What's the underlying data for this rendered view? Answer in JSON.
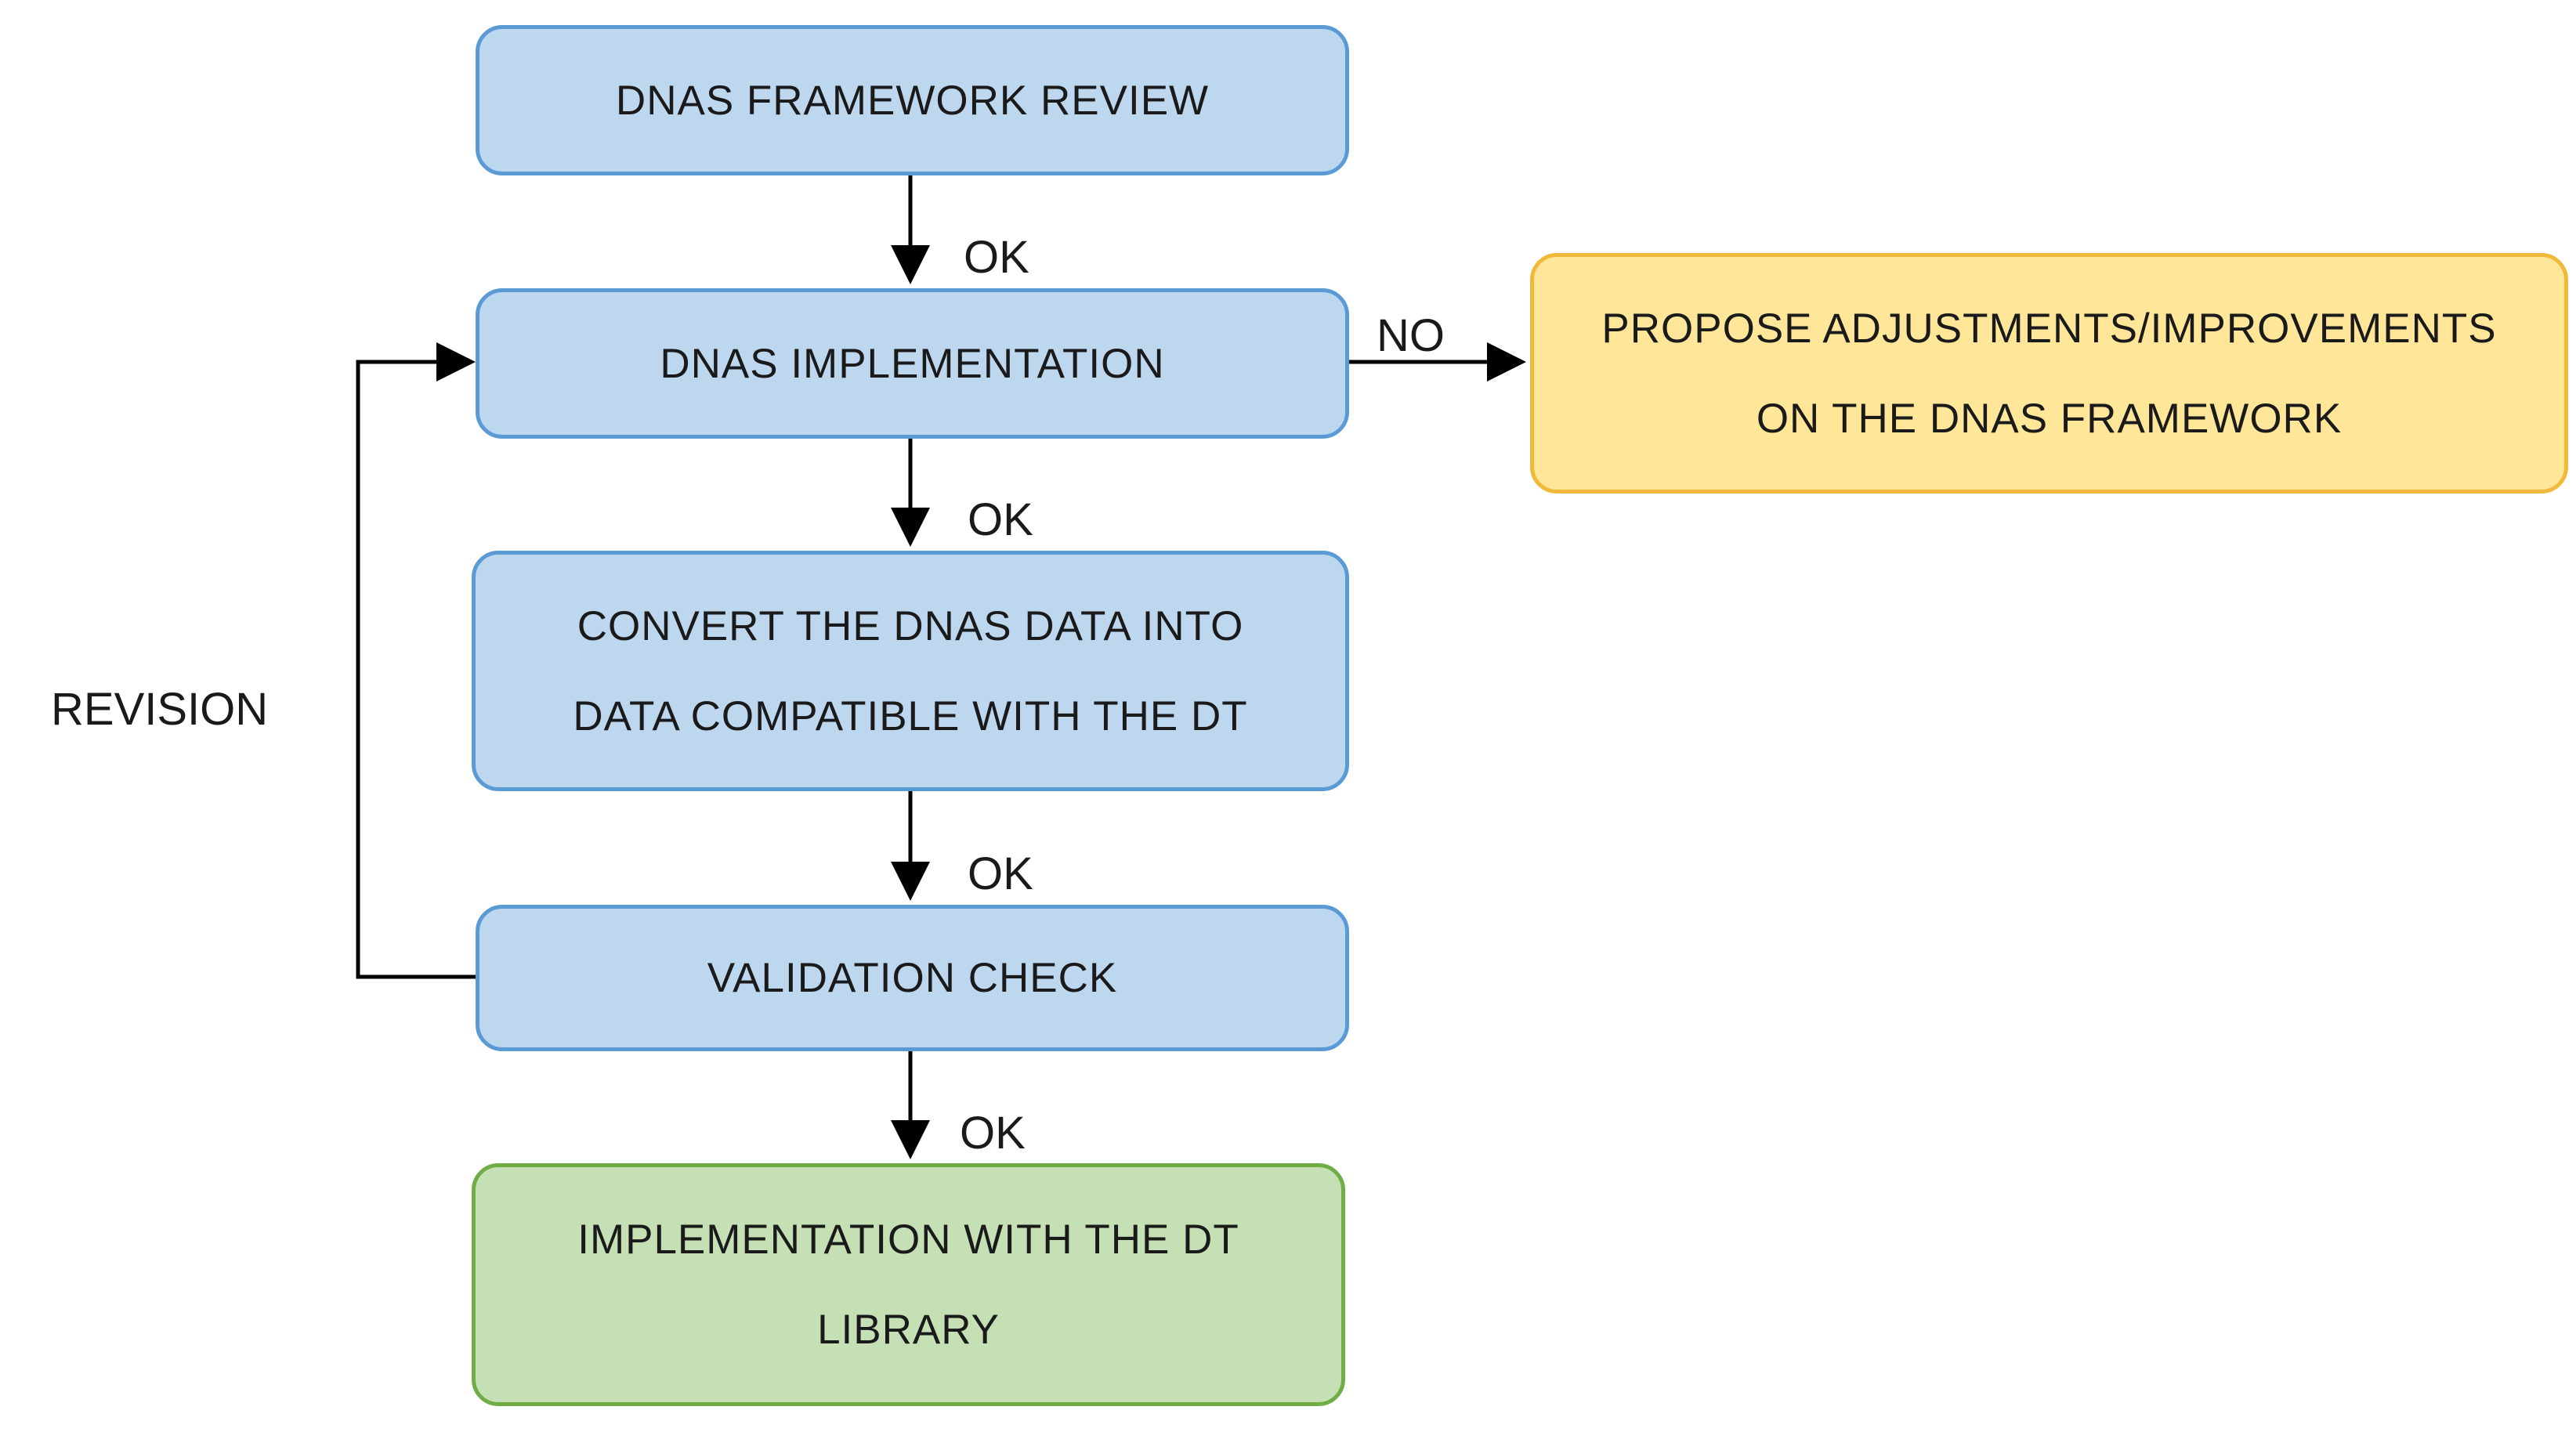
{
  "nodes": {
    "framework_review": {
      "lines": [
        "DNAS FRAMEWORK REVIEW"
      ]
    },
    "implementation": {
      "lines": [
        "DNAS IMPLEMENTATION"
      ]
    },
    "convert": {
      "lines": [
        "CONVERT THE  DNAS DATA INTO",
        "DATA COMPATIBLE WITH THE  DT"
      ]
    },
    "validation": {
      "lines": [
        "VALIDATION CHECK"
      ]
    },
    "dt_library": {
      "lines": [
        "IMPLEMENTATION  WITH THE DT",
        "LIBRARY"
      ]
    },
    "propose": {
      "lines": [
        "PROPOSE ADJUSTMENTS/IMPROVEMENTS",
        "ON THE  DNAS FRAMEWORK"
      ]
    }
  },
  "edge_labels": {
    "ok_1": "OK",
    "ok_2": "OK",
    "ok_3": "OK",
    "ok_4": "OK",
    "no": "NO",
    "revision": "REVISION"
  },
  "colors": {
    "process_fill": "#bdd7ee",
    "process_border": "#5b9bd5",
    "proposal_fill": "#ffe699",
    "proposal_border": "#f0b93a",
    "final_fill": "#c5e0b4",
    "final_border": "#70ad47",
    "arrow": "#000000"
  }
}
